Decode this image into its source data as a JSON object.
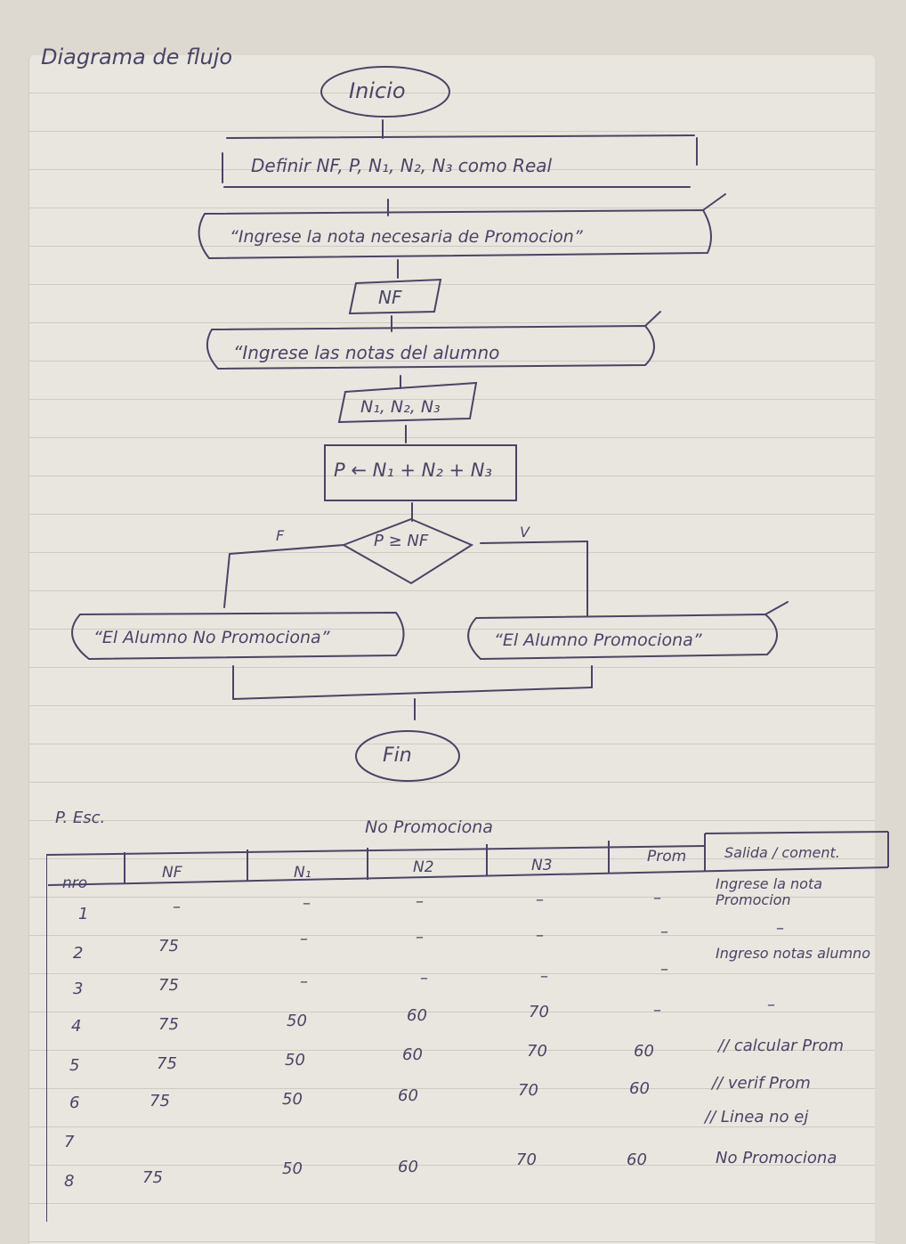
{
  "page": {
    "title": "Diagrama de flujo"
  },
  "flowchart": {
    "start": "Inicio",
    "define": "Definir NF, P, N₁, N₂, N₃ como Real",
    "prompt_nf": "“Ingrese la nota necesaria de Promocion”",
    "read_nf": "NF",
    "prompt_notes": "“Ingrese las notas del alumno",
    "read_notes": "N₁, N₂, N₃",
    "process": "P ← N₁ + N₂ + N₃",
    "decision": "P ≥ NF",
    "false_label": "F",
    "true_label": "V",
    "out_false": "“El Alumno No Promociona”",
    "out_true": "“El Alumno Promociona”",
    "end": "Fin"
  },
  "trace": {
    "label": "P. Esc.",
    "subtitle": "No Promociona",
    "headers": [
      "nro",
      "NF",
      "N₁",
      "N2",
      "N3",
      "Prom",
      "Salida / coment."
    ],
    "rows": [
      [
        "1",
        "–",
        "–",
        "–",
        "–",
        "–",
        "Ingrese la nota Promocion"
      ],
      [
        "2",
        "75",
        "–",
        "–",
        "–",
        "–",
        "–"
      ],
      [
        "3",
        "75",
        "–",
        "–",
        "–",
        "–",
        "Ingreso notas alumno"
      ],
      [
        "4",
        "75",
        "50",
        "60",
        "70",
        "–",
        "–"
      ],
      [
        "5",
        "75",
        "50",
        "60",
        "70",
        "60",
        "// calcular Prom"
      ],
      [
        "6",
        "75",
        "50",
        "60",
        "70",
        "60",
        "// verif Prom"
      ],
      [
        "7",
        "",
        "",
        "",
        "",
        "",
        "// Linea no ej"
      ],
      [
        "8",
        "75",
        "50",
        "60",
        "70",
        "60",
        "No Promociona"
      ]
    ]
  }
}
